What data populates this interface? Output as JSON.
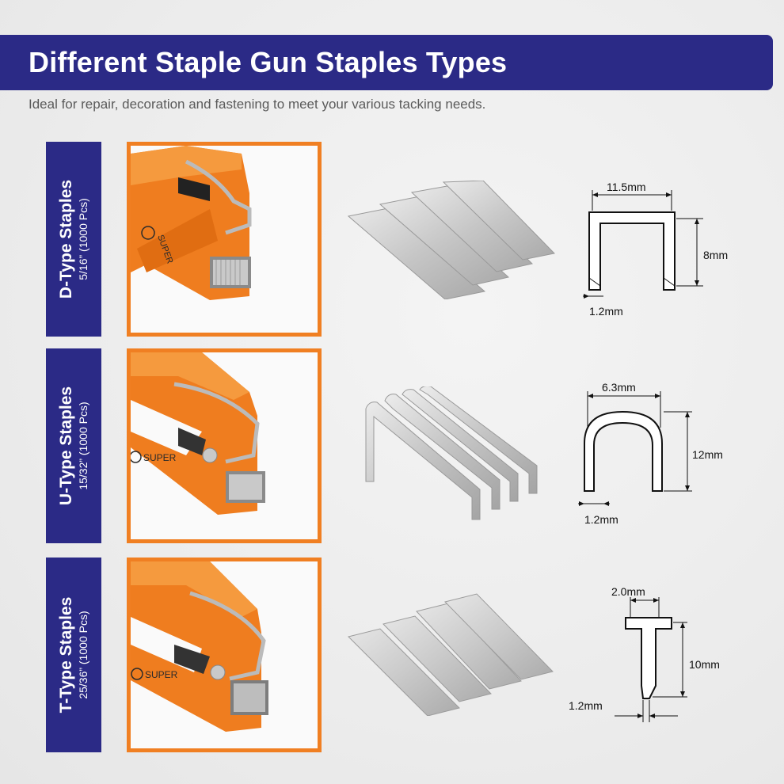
{
  "header": {
    "title": "Different Staple Gun Staples Types",
    "subtitle": "Ideal for repair, decoration and fastening to meet your various tacking needs."
  },
  "brand": "SUPER",
  "colors": {
    "banner": "#2b2a86",
    "frame": "#f07f22",
    "tool": "#ef7d1f"
  },
  "types": [
    {
      "name": "D-Type Staples",
      "spec": "5/16” (1000 Pcs)",
      "dims": {
        "width": "11.5mm",
        "height": "8mm",
        "wire": "1.2mm"
      }
    },
    {
      "name": "U-Type Staples",
      "spec": "15/32” (1000 Pcs)",
      "dims": {
        "width": "6.3mm",
        "height": "12mm",
        "wire": "1.2mm"
      }
    },
    {
      "name": "T-Type Staples",
      "spec": "25/36” (1000 Pcs)",
      "dims": {
        "head": "2.0mm",
        "height": "10mm",
        "wire": "1.2mm"
      }
    }
  ]
}
